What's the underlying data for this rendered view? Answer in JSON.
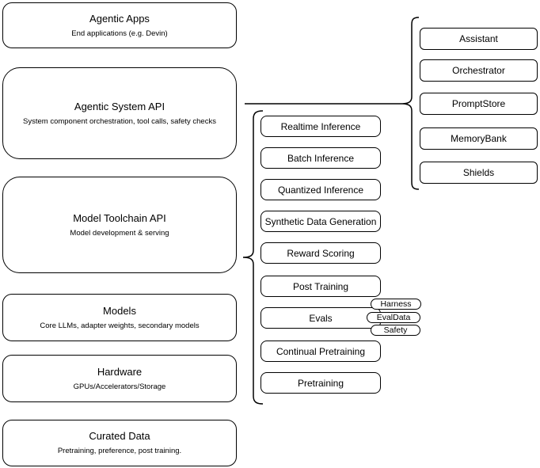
{
  "diagram": {
    "layers": [
      {
        "title": "Agentic Apps",
        "subtitle": "End applications (e.g. Devin)"
      },
      {
        "title": "Agentic System API",
        "subtitle": "System component orchestration, tool calls, safety checks"
      },
      {
        "title": "Model Toolchain API",
        "subtitle": "Model development & serving"
      },
      {
        "title": "Models",
        "subtitle": "Core LLMs, adapter weights, secondary models"
      },
      {
        "title": "Hardware",
        "subtitle": "GPUs/Accelerators/Storage"
      },
      {
        "title": "Curated Data",
        "subtitle": "Pretraining, preference, post training."
      }
    ],
    "toolchain_items": [
      "Realtime Inference",
      "Batch Inference",
      "Quantized Inference",
      "Synthetic Data Generation",
      "Reward Scoring",
      "Post Training",
      "Evals",
      "Continual Pretraining",
      "Pretraining"
    ],
    "evals_tags": [
      "Harness",
      "EvalData",
      "Safety"
    ],
    "system_components": [
      "Assistant",
      "Orchestrator",
      "PromptStore",
      "MemoryBank",
      "Shields"
    ],
    "colors": {
      "stroke": "#000000",
      "fill": "#ffffff",
      "text": "#000000"
    }
  }
}
